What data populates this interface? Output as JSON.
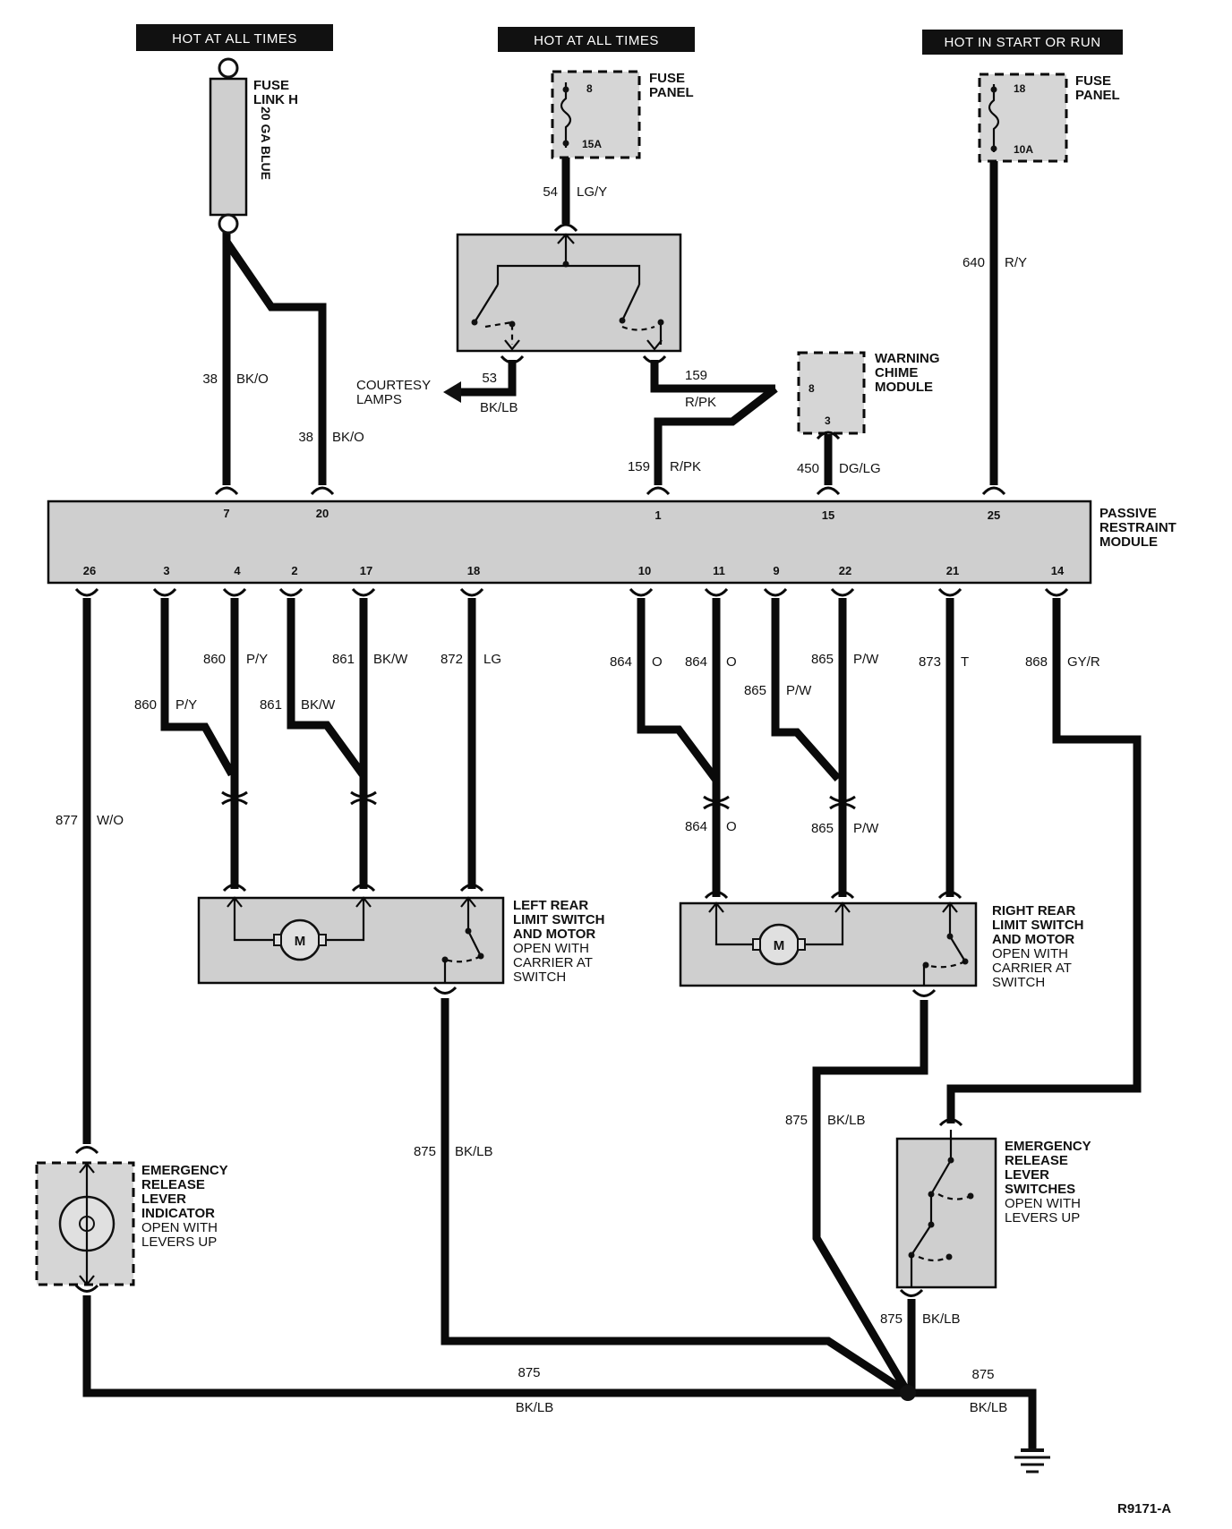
{
  "headers": {
    "left": "HOT AT ALL TIMES",
    "mid": "HOT AT ALL TIMES",
    "right": "HOT IN START OR RUN"
  },
  "fuse_link": {
    "title1": "FUSE",
    "title2": "LINK H",
    "gauge_text": "20 GA BLUE"
  },
  "fuse_panel_left": {
    "title1": "FUSE",
    "title2": "PANEL",
    "slot": "8",
    "rating": "15A"
  },
  "fuse_panel_right": {
    "title1": "FUSE",
    "title2": "PANEL",
    "slot": "18",
    "rating": "10A"
  },
  "warning_chime": {
    "line1": "WARNING",
    "line2": "CHIME",
    "line3": "MODULE",
    "pin_top": "8",
    "pin_bottom": "3"
  },
  "courtesy": {
    "line1": "COURTESY",
    "line2": "LAMPS"
  },
  "prm": {
    "line1": "PASSIVE",
    "line2": "RESTRAINT",
    "line3": "MODULE",
    "top_pins": [
      "7",
      "20",
      "1",
      "15",
      "25"
    ],
    "bottom_pins": [
      "26",
      "3",
      "4",
      "2",
      "17",
      "18",
      "10",
      "11",
      "9",
      "22",
      "21",
      "14"
    ]
  },
  "wires": {
    "w54": "54",
    "w54c": "LG/Y",
    "w38a": "38",
    "w38ac": "BK/O",
    "w38b": "38",
    "w38bc": "BK/O",
    "w53": "53",
    "w53c": "BK/LB",
    "w159a": "159",
    "w159ac": "R/PK",
    "w159b": "159",
    "w159bc": "R/PK",
    "w450": "450",
    "w450c": "DG/LG",
    "w640": "640",
    "w640c": "R/Y",
    "w860a": "860",
    "w860ac": "P/Y",
    "w860b": "860",
    "w860bc": "P/Y",
    "w861a": "861",
    "w861ac": "BK/W",
    "w861b": "861",
    "w861bc": "BK/W",
    "w872": "872",
    "w872c": "LG",
    "w864a": "864",
    "w864ac": "O",
    "w864b": "864",
    "w864bc": "O",
    "w864c": "864",
    "w864cc": "O",
    "w865a": "865",
    "w865ac": "P/W",
    "w865b": "865",
    "w865bc": "P/W",
    "w865c": "865",
    "w865cc": "P/W",
    "w873": "873",
    "w873c": "T",
    "w868": "868",
    "w868c": "GY/R",
    "w877": "877",
    "w877c": "W/O",
    "w875a": "875",
    "w875ac": "BK/LB",
    "w875b": "875",
    "w875bc": "BK/LB",
    "w875c": "875",
    "w875cc": "BK/LB",
    "w875d": "875",
    "w875dc": "BK/LB",
    "w875e": "875",
    "w875ec": "BK/LB"
  },
  "left_rear": {
    "l1": "LEFT REAR",
    "l2": "LIMIT SWITCH",
    "l3": "AND MOTOR",
    "l4": "OPEN WITH",
    "l5": "CARRIER AT",
    "l6": "SWITCH",
    "motor": "M"
  },
  "right_rear": {
    "l1": "RIGHT REAR",
    "l2": "LIMIT SWITCH",
    "l3": "AND MOTOR",
    "l4": "OPEN WITH",
    "l5": "CARRIER AT",
    "l6": "SWITCH",
    "motor": "M"
  },
  "indicator": {
    "l1": "EMERGENCY",
    "l2": "RELEASE",
    "l3": "LEVER",
    "l4": "INDICATOR",
    "l5": "OPEN WITH",
    "l6": "LEVERS UP"
  },
  "switches": {
    "l1": "EMERGENCY",
    "l2": "RELEASE",
    "l3": "LEVER",
    "l4": "SWITCHES",
    "l5": "OPEN WITH",
    "l6": "LEVERS UP"
  },
  "figure_id": "R9171-A"
}
